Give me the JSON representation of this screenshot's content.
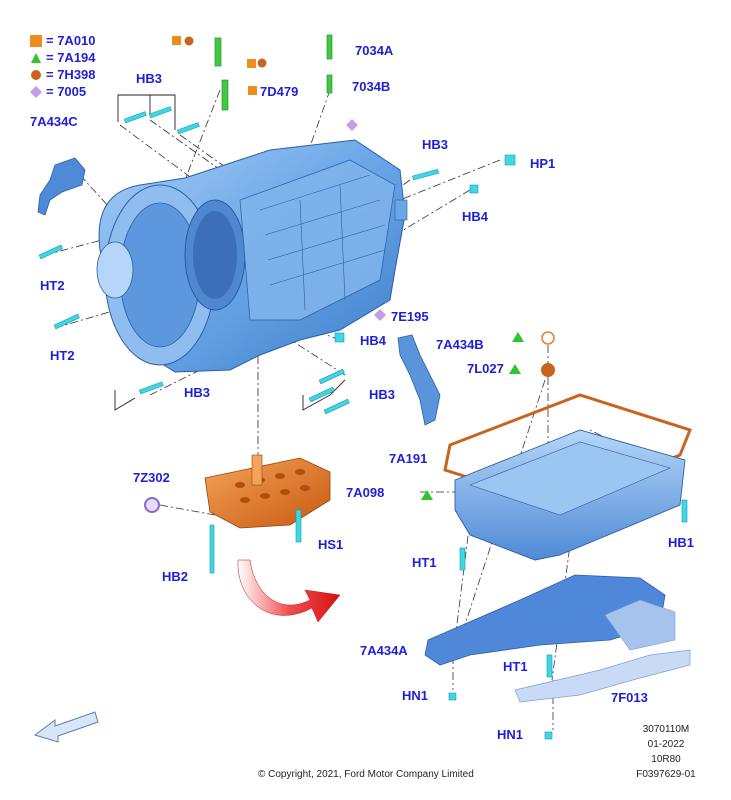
{
  "legend": [
    {
      "symbol": "square",
      "color": "#f08c1e",
      "text": "= 7A010"
    },
    {
      "symbol": "triangle",
      "color": "#2ec42e",
      "text": "= 7A194"
    },
    {
      "symbol": "circle",
      "color": "#c8641e",
      "text": "= 7H398"
    },
    {
      "symbol": "diamond",
      "color": "#c89be8",
      "text": "= 7005"
    }
  ],
  "callouts": {
    "hb3_top": "HB3",
    "a7a434c": "7A434C",
    "a7034a": "7034A",
    "a7034b": "7034B",
    "a7d479": "7D479",
    "hb3_right": "HB3",
    "hp1": "HP1",
    "hb4_right": "HB4",
    "ht2_upper": "HT2",
    "ht2_lower": "HT2",
    "a7e195": "7E195",
    "hb4_mid": "HB4",
    "a7a434b": "7A434B",
    "a7l027": "7L027",
    "hb3_lower_left": "HB3",
    "hb3_lower_right": "HB3",
    "a7z302": "7Z302",
    "a7a098": "7A098",
    "a7a191": "7A191",
    "hs1": "HS1",
    "hb2": "HB2",
    "ht1_upper": "HT1",
    "hb1": "HB1",
    "a7a434a": "7A434A",
    "ht1_lower": "HT1",
    "hn1_upper": "HN1",
    "a7f013": "7F013",
    "hn1_lower": "HN1"
  },
  "footer": {
    "copyright": "© Copyright, 2021, Ford Motor Company Limited",
    "meta_lines": [
      "3070110M",
      "01-2022",
      "10R80",
      "F0397629-01"
    ]
  },
  "colors": {
    "label": "#1f1fd8",
    "transmission": "#6aa6e8",
    "filter": "#e8761e",
    "gasket": "#c8641e",
    "bolt": "#3cd8e8",
    "arrow": "#e01818"
  }
}
